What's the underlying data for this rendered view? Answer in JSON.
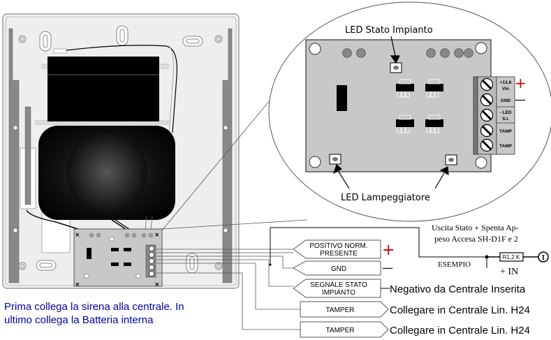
{
  "zoom_callout": {
    "led_stato_label": "LED Stato Impianto",
    "led_lamp_label": "LED Lampeggiatore",
    "terminals": [
      {
        "line1": "+13,8",
        "line2": "Vin"
      },
      {
        "line1": "GND",
        "line2": ""
      },
      {
        "line1": "- LED",
        "line2": "S.I."
      },
      {
        "line1": "TAMP",
        "line2": ""
      },
      {
        "line1": "TAMP",
        "line2": ""
      }
    ],
    "plus_sign": "+",
    "minus_sign": "—",
    "plus_color": "#cc0000"
  },
  "connections": [
    {
      "label_line1": "POSITIVO NORM.",
      "label_line2": "PRESENTE",
      "sign": "+",
      "note": ""
    },
    {
      "label_line1": "GND",
      "label_line2": "",
      "sign": "—",
      "note": ""
    },
    {
      "label_line1": "SEGNALE STATO",
      "label_line2": "IMPIANTO",
      "sign": "",
      "note": "Negativo da Centrale Inserita"
    },
    {
      "label_line1": "TAMPER",
      "label_line2": "",
      "sign": "",
      "note": "Collegare in Centrale Lin. H24"
    },
    {
      "label_line1": "TAMPER",
      "label_line2": "",
      "sign": "",
      "note": "Collegare in Centrale Lin. H24"
    }
  ],
  "example": {
    "title_line1": "Uscita Stato + Spenta Ap-",
    "title_line2": "peso Accesa SH-D1F e 2",
    "esempio_label": "ESEMPIO",
    "resistor_label": "R1,2 K",
    "input_label": "+ IN",
    "terminal_symbol": "I"
  },
  "instructions": {
    "line1": "Prima collega la sirena alla centrale. In",
    "line2": "ultimo collega la Batteria interna",
    "color": "#0000aa"
  }
}
